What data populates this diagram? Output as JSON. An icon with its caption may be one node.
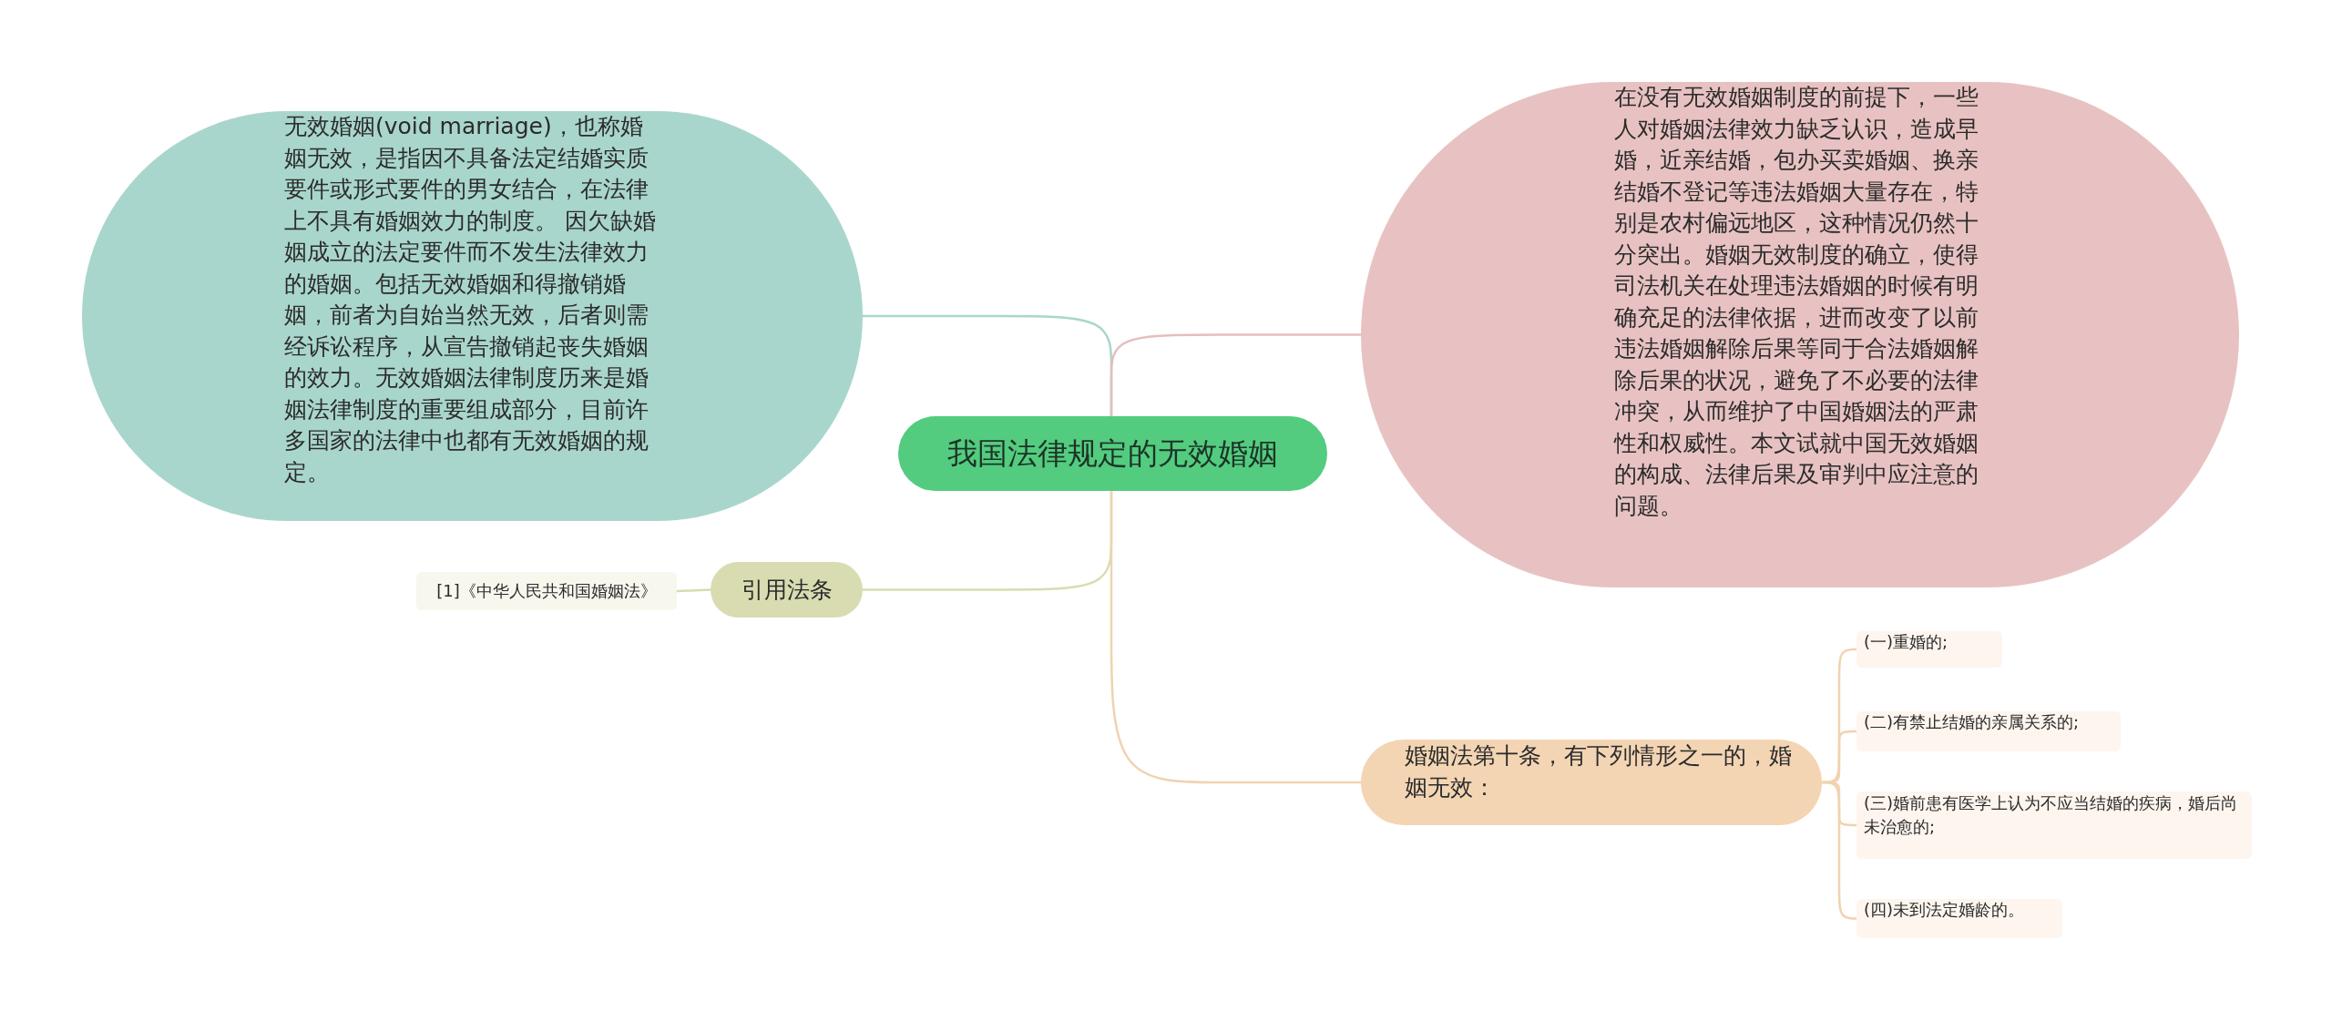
{
  "diagram": {
    "nodes": [
      {
        "text": [
          "我国法律规定的无效婚姻"
        ]
      },
      {
        "text": [
          "无效婚姻(void marriage)，也称婚姻无效，是指因不具备法定结婚实质要件或形式要件的男女结合，在法律上不具有婚姻效力的制度。 因欠缺婚姻成立的法定要件而不发生法律效力的婚姻。包括无效婚姻和得撤销婚姻，前者为自始当然无效，后者则需经诉讼程序，从宣告撤销起丧失婚姻的效力。无效婚姻法律制度历来是婚姻法律制度的重要组成部分，目前许多国家的法律中也都有无效婚姻的规定。"
        ]
      },
      {
        "text": [
          "在没有无效婚姻制度的前提下，一些人对婚姻法律效力缺乏认识，造成早婚，近亲结婚，包办买卖婚姻、换亲结婚不登记等违法婚姻大量存在，特别是农村偏远地区，这种情况仍然十分突出。婚姻无效制度的确立，使得司法机关在处理违法婚姻的时候有明确充足的法律依据，进而改变了以前违法婚姻解除后果等同于合法婚姻解除后果的状况，避免了不必要的法律冲突，从而维护了中国婚姻法的严肃性和权威性。本文试就中国无效婚姻的构成、法律后果及审判中应注意的问题。"
        ]
      },
      {
        "text": [
          "引用法条"
        ]
      },
      {
        "text": [
          "[1]《中华人民共和国婚姻法》"
        ]
      },
      {
        "text": [
          "婚姻法第十条，有下列情形之一的，婚姻无效："
        ]
      },
      {
        "text": [
          "(一)重婚的;"
        ]
      },
      {
        "text": [
          "(二)有禁止结婚的亲属关系的;"
        ]
      },
      {
        "text": [
          "(三)婚前患有医学上认为不应当结婚的疾病，婚后尚未治愈的;"
        ]
      },
      {
        "text": [
          "(四)未到法定婚龄的。"
        ]
      }
    ],
    "edges": [
      {
        "from": 0,
        "to": 1,
        "arrow": "none",
        "color": "#a9d6cc"
      },
      {
        "from": 0,
        "to": 2,
        "arrow": "none",
        "color": "#e6bdbd"
      },
      {
        "from": 0,
        "to": 3,
        "arrow": "none",
        "color": "#d8dcb0"
      },
      {
        "from": 3,
        "to": 4,
        "arrow": "none",
        "color": "#d8dcb0"
      },
      {
        "from": 0,
        "to": 5,
        "arrow": "none",
        "color": "#f1d2b0"
      },
      {
        "from": 5,
        "to": 6,
        "arrow": "none",
        "color": "#f1d2b0"
      },
      {
        "from": 5,
        "to": 7,
        "arrow": "none",
        "color": "#f1d2b0"
      },
      {
        "from": 5,
        "to": 8,
        "arrow": "none",
        "color": "#f1d2b0"
      },
      {
        "from": 5,
        "to": 9,
        "arrow": "none",
        "color": "#f1d2b0"
      }
    ]
  }
}
